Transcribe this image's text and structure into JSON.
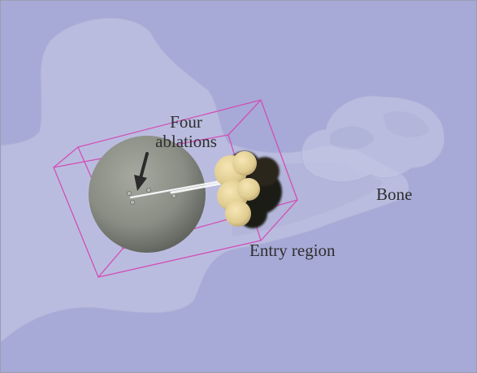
{
  "scene": {
    "background": "#a7aad6",
    "bone_color": "#c0c2e2",
    "tumor_color": "#8c8f86",
    "entry_color": "#e6d39a",
    "bbox_color": "#d14fb6"
  },
  "labels": {
    "ablations_line1": "Four",
    "ablations_line2": "ablations",
    "bone": "Bone",
    "entry_region": "Entry region"
  },
  "icons": {
    "pointer": "arrow-down-icon"
  }
}
